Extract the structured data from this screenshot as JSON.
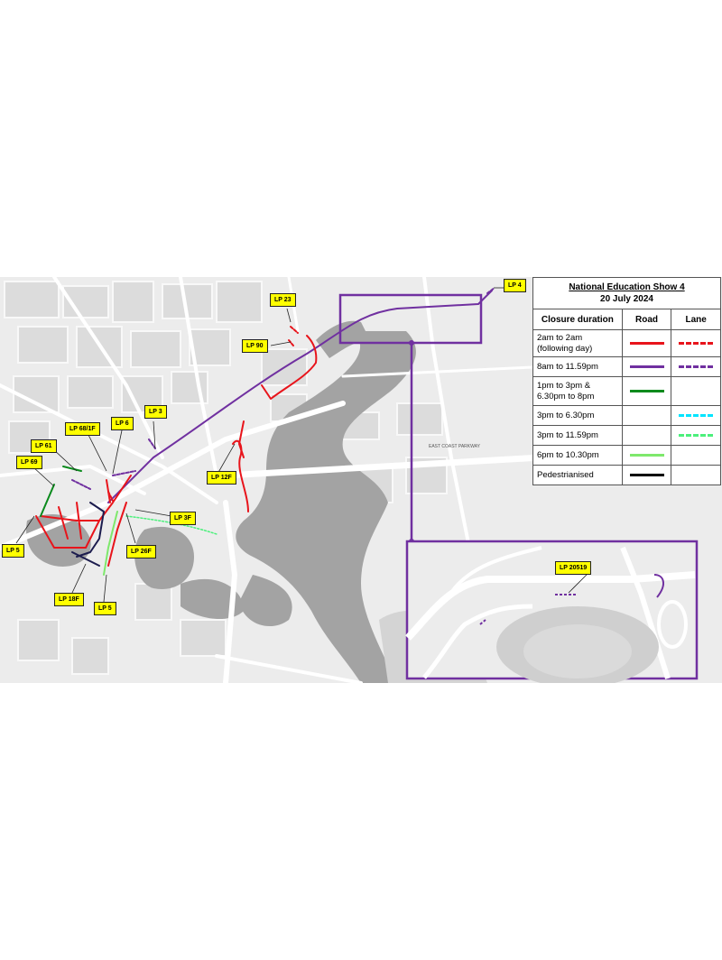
{
  "legend": {
    "title_line1": "National Education Show 4",
    "title_line2": "20 July 2024",
    "col_duration": "Closure duration",
    "col_road": "Road",
    "col_lane": "Lane",
    "rows": [
      {
        "duration": "2am to 2am (following day)",
        "road_color": "#e8141b",
        "lane_color": "#e8141b"
      },
      {
        "duration": "8am to 11.59pm",
        "road_color": "#7030a0",
        "lane_color": "#7030a0"
      },
      {
        "duration": "1pm to 3pm & 6.30pm to 8pm",
        "road_color": "#0a8a1c",
        "lane_color": ""
      },
      {
        "duration": "3pm to 6.30pm",
        "road_color": "",
        "lane_color": "#00e5ff"
      },
      {
        "duration": "3pm to 11.59pm",
        "road_color": "",
        "lane_color": "#4cf07c"
      },
      {
        "duration": "6pm to 10.30pm",
        "road_color": "#7ee86c",
        "lane_color": ""
      },
      {
        "duration": "Pedestrianised",
        "road_color": "#000000",
        "lane_color": ""
      }
    ]
  },
  "callouts": {
    "lp23": "LP 23",
    "lp90": "LP 90",
    "lp4": "LP 4",
    "lp3": "LP 3",
    "lp6": "LP 6",
    "lp68": "LP 68/1F",
    "lp61": "LP 61",
    "lp69": "LP 69",
    "lp5a": "LP 5",
    "lp12f": "LP 12F",
    "lp3f": "LP 3F",
    "lp26f": "LP 26F",
    "lp18f": "LP 18F",
    "lp5b": "LP 5",
    "lp20519": "LP 20519"
  },
  "map_labels": {
    "east_coast_parkway": "EAST COAST PARKWAY"
  }
}
